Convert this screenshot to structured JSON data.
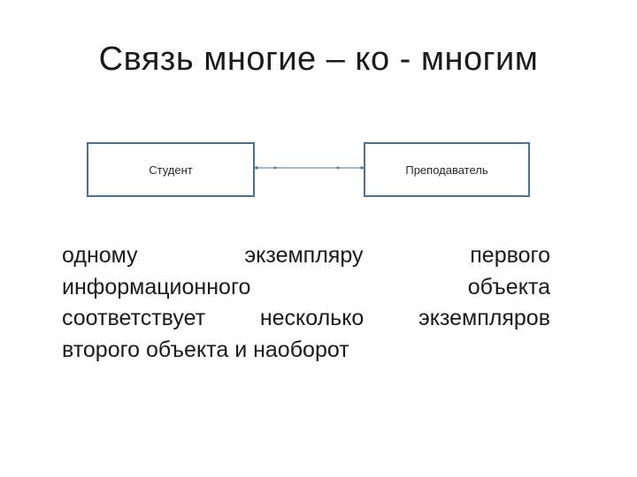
{
  "slide": {
    "title": "Связь многие – ко - многим"
  },
  "diagram": {
    "entity_left": "Студент",
    "entity_right": "Преподаватель",
    "connector_color": "#4a6f98",
    "box_border_color": "#4a6f98"
  },
  "body": {
    "lines": [
      "одному экземпляру первого",
      "информационного объекта",
      "соответствует несколько экземпляров",
      "второго объекта и наоборот"
    ]
  }
}
